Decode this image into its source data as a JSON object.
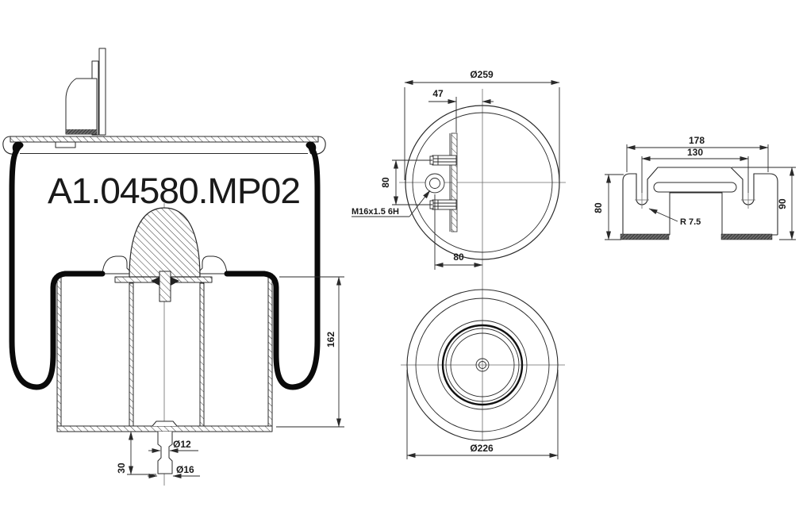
{
  "part_number": "A1.04580.MP02",
  "views": {
    "section": {
      "label": "side-section",
      "dims": {
        "assembly_height": "162",
        "stud_shaft_dia": "Ø12",
        "stud_tip_dia": "Ø16",
        "stud_length": "30"
      }
    },
    "top": {
      "label": "top",
      "dims": {
        "plate_dia": "Ø259",
        "port_offset": "47",
        "stud_pitch": "80",
        "port_center_dist": "80",
        "air_port_thread": "M16x1.5 6H"
      }
    },
    "bottom": {
      "label": "bottom",
      "dims": {
        "piston_dia": "Ø226"
      }
    },
    "bracket": {
      "label": "bracket",
      "dims": {
        "overall_width": "178",
        "slot_pitch": "130",
        "front_height": "80",
        "rear_height": "90",
        "slot_radius": "R 7.5"
      }
    }
  },
  "colors": {
    "line": "#2a2a2a",
    "heavy": "#0a0a0a",
    "part_number_text": "#131623",
    "background": "#ffffff"
  }
}
